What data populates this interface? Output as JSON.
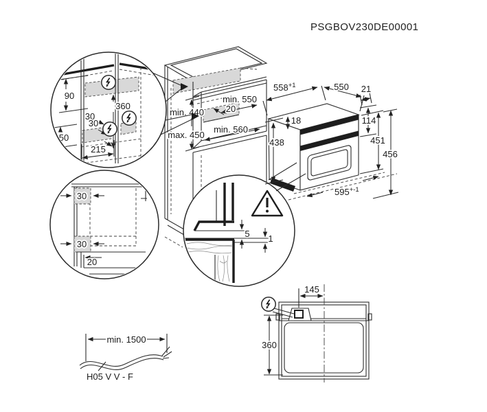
{
  "title": "PSGBOV230DE00001",
  "wall_detail": {
    "height_90": "90",
    "offset_30_top": "30",
    "spacing_360": "360",
    "offset_30_mid": "30",
    "height_50": "50",
    "width_215": "215"
  },
  "side_detail": {
    "inset_30_top": "30",
    "inset_30_bottom": "30",
    "recess_20": "20"
  },
  "cabinet": {
    "niche_min": "min. 440",
    "niche_max": "max. 450",
    "depth_min": "min. 550",
    "clearance_20": "20",
    "shelf_min": "min. 560"
  },
  "oven": {
    "depth_558": "558",
    "depth_tol": "+1",
    "top_550": "550",
    "gap_21": "21",
    "edge_18": "18",
    "panel_114": "114",
    "body_438": "438",
    "front_451": "451",
    "total_456": "456",
    "width_595": "595",
    "width_tol": "+-1"
  },
  "gap_detail": {
    "overlap_5": "5",
    "gap_1": "1"
  },
  "top_view": {
    "offset_145": "145",
    "depth_360": "360"
  },
  "cable": {
    "length": "min. 1500",
    "type": "H05 V V - F"
  }
}
